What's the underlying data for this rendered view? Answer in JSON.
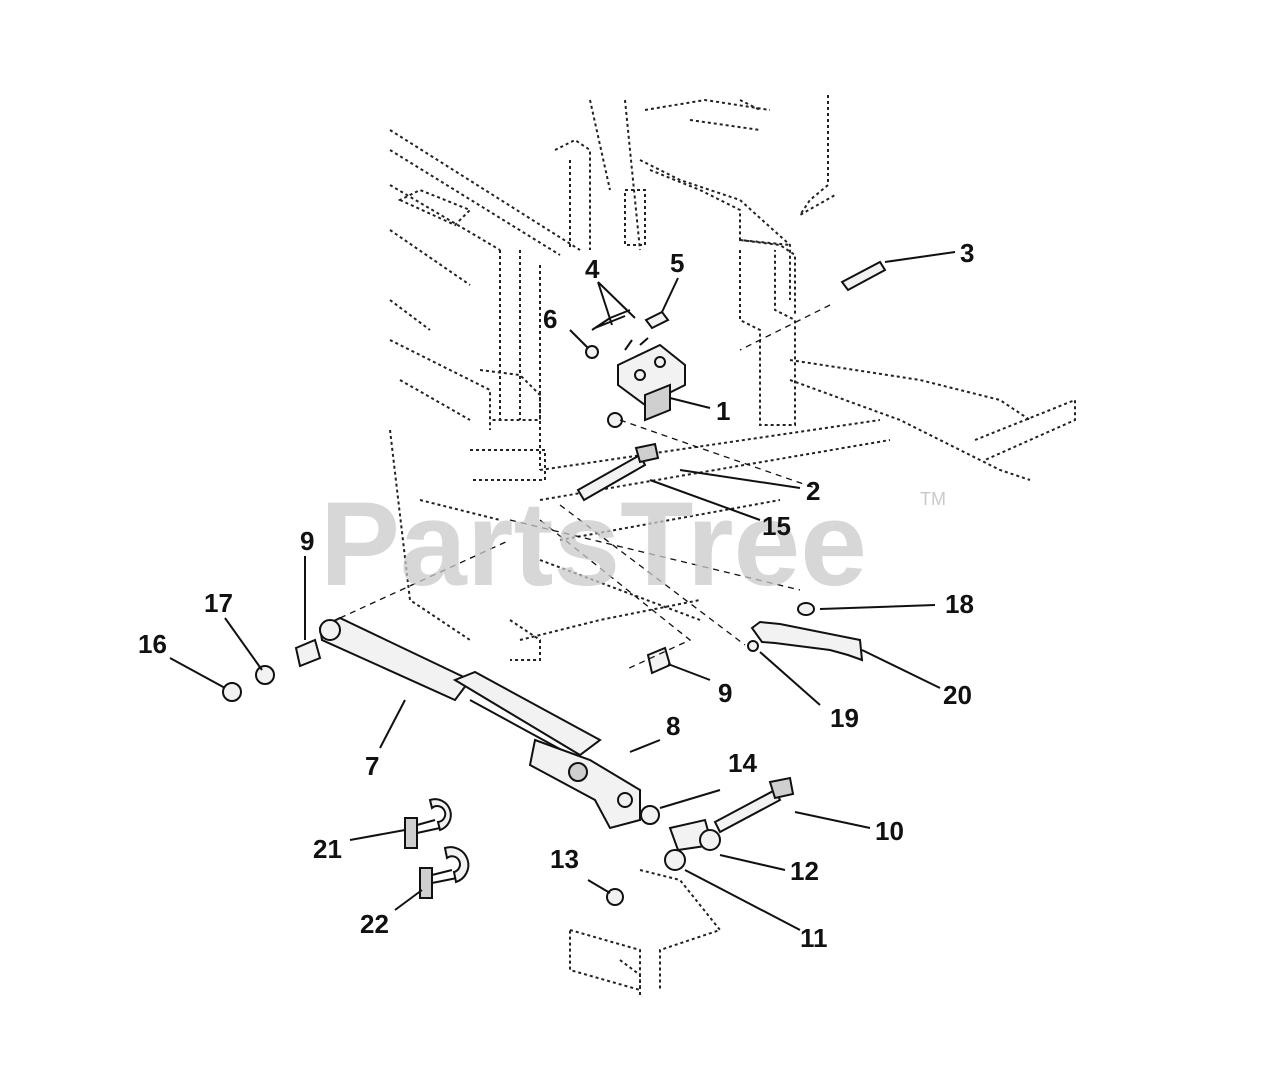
{
  "watermark": {
    "brand": "PartsTree",
    "trademark": "TM"
  },
  "callouts": [
    {
      "id": "c1",
      "label": "1"
    },
    {
      "id": "c2",
      "label": "2"
    },
    {
      "id": "c3",
      "label": "3"
    },
    {
      "id": "c4",
      "label": "4"
    },
    {
      "id": "c5",
      "label": "5"
    },
    {
      "id": "c6",
      "label": "6"
    },
    {
      "id": "c7",
      "label": "7"
    },
    {
      "id": "c8",
      "label": "8"
    },
    {
      "id": "c9a",
      "label": "9"
    },
    {
      "id": "c9b",
      "label": "9"
    },
    {
      "id": "c10",
      "label": "10"
    },
    {
      "id": "c11",
      "label": "11"
    },
    {
      "id": "c12",
      "label": "12"
    },
    {
      "id": "c13",
      "label": "13"
    },
    {
      "id": "c14",
      "label": "14"
    },
    {
      "id": "c15",
      "label": "15"
    },
    {
      "id": "c16",
      "label": "16"
    },
    {
      "id": "c17",
      "label": "17"
    },
    {
      "id": "c18",
      "label": "18"
    },
    {
      "id": "c19",
      "label": "19"
    },
    {
      "id": "c20",
      "label": "20"
    },
    {
      "id": "c21",
      "label": "21"
    },
    {
      "id": "c22",
      "label": "22"
    }
  ]
}
